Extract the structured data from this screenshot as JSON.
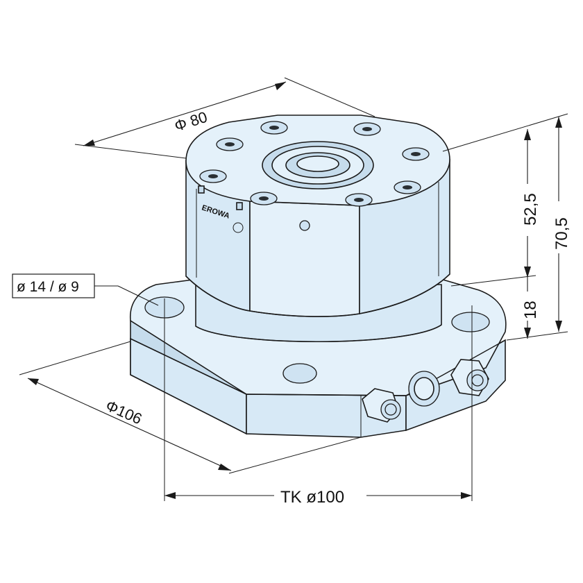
{
  "dimensions": {
    "top_diameter": "Φ 80",
    "base_diameter": "Φ106",
    "height_upper": "52,5",
    "height_total": "70,5",
    "height_base": "18",
    "bolt_circle": "TK ø100",
    "hole_spec": "ø 14 / ø 9"
  },
  "branding": {
    "logo_text": "EROWA"
  },
  "colors": {
    "part_fill": "#d7e9f6",
    "part_shade": "#c6dcec",
    "outline": "#1a1a1a",
    "background": "#ffffff"
  }
}
